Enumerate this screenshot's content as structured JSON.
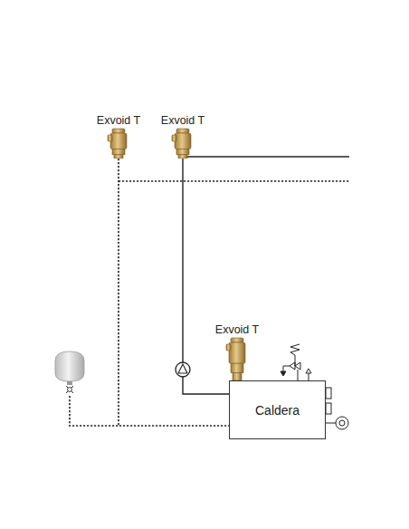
{
  "diagram": {
    "nodes": [
      {
        "text": [
          "Exvoid T"
        ]
      },
      {
        "text": [
          "Exvoid T"
        ]
      },
      {
        "text": [
          "Exvoid T"
        ]
      },
      {
        "text": [
          "Caldera"
        ]
      }
    ],
    "edges": [
      {
        "from": 0,
        "to": 3,
        "arrow": "none"
      },
      {
        "from": 1,
        "to": 3,
        "arrow": "none"
      },
      {
        "from": 2,
        "to": 3,
        "arrow": "none"
      }
    ]
  }
}
